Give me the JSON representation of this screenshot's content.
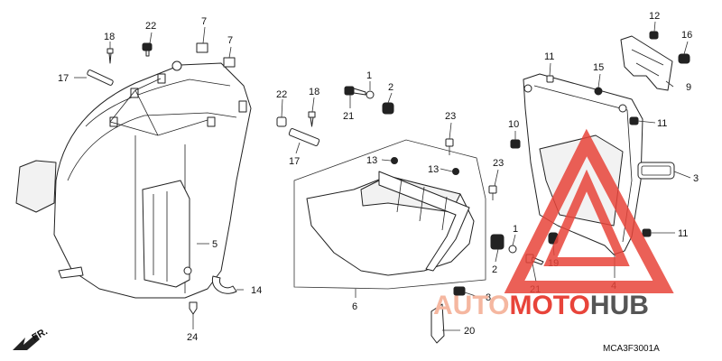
{
  "callouts": [
    {
      "id": "c22a",
      "text": "22"
    },
    {
      "id": "c7a",
      "text": "7"
    },
    {
      "id": "c18a",
      "text": "18"
    },
    {
      "id": "c7b",
      "text": "7"
    },
    {
      "id": "c17a",
      "text": "17"
    },
    {
      "id": "c22b",
      "text": "22"
    },
    {
      "id": "c18b",
      "text": "18"
    },
    {
      "id": "c17b",
      "text": "17"
    },
    {
      "id": "c5",
      "text": "5"
    },
    {
      "id": "c14",
      "text": "14"
    },
    {
      "id": "c24",
      "text": "24"
    },
    {
      "id": "c1a",
      "text": "1"
    },
    {
      "id": "c2a",
      "text": "2"
    },
    {
      "id": "c21a",
      "text": "21"
    },
    {
      "id": "c23a",
      "text": "23"
    },
    {
      "id": "c13a",
      "text": "13"
    },
    {
      "id": "c13b",
      "text": "13"
    },
    {
      "id": "c23b",
      "text": "23"
    },
    {
      "id": "c6",
      "text": "6"
    },
    {
      "id": "c1b",
      "text": "1"
    },
    {
      "id": "c2b",
      "text": "2"
    },
    {
      "id": "c8",
      "text": "8"
    },
    {
      "id": "c20",
      "text": "20"
    },
    {
      "id": "c21b",
      "text": "21"
    },
    {
      "id": "c12",
      "text": "12"
    },
    {
      "id": "c16",
      "text": "16"
    },
    {
      "id": "c9",
      "text": "9"
    },
    {
      "id": "c11a",
      "text": "11"
    },
    {
      "id": "c15",
      "text": "15"
    },
    {
      "id": "c10",
      "text": "10"
    },
    {
      "id": "c11b",
      "text": "11"
    },
    {
      "id": "c3",
      "text": "3"
    },
    {
      "id": "c11c",
      "text": "11"
    },
    {
      "id": "c19",
      "text": "19"
    },
    {
      "id": "c4",
      "text": "4"
    }
  ],
  "front_marker": "FR.",
  "diagram_code": "MCA3F3001A",
  "watermark": {
    "part1": "AUTO",
    "part2": "MOTO",
    "part3": "HUB",
    "color_primary": "#e8443a",
    "color_secondary": "#f5b7a0",
    "color_dark": "#555555"
  }
}
